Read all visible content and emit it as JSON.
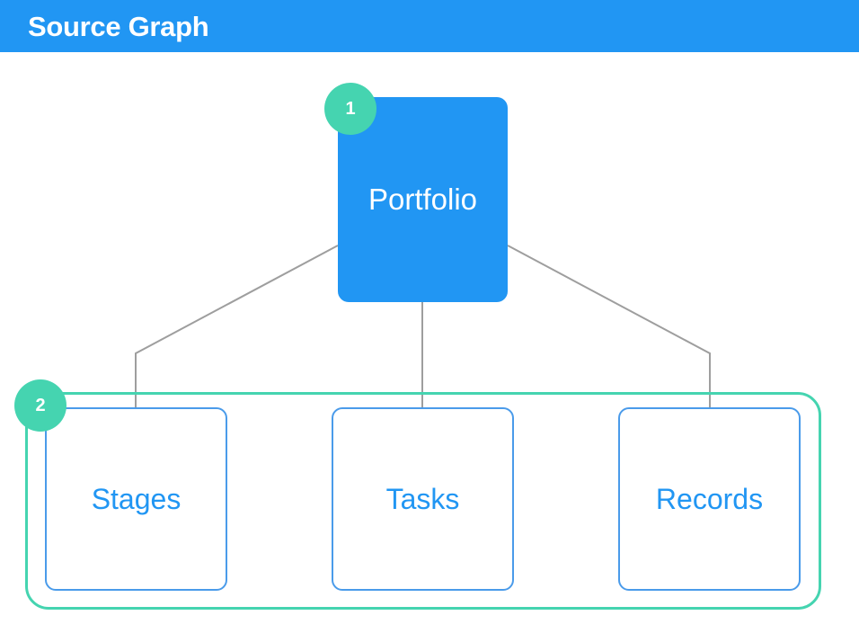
{
  "header": {
    "title": "Source Graph"
  },
  "diagram": {
    "root": {
      "label": "Portfolio",
      "badge": "1"
    },
    "group": {
      "badge": "2"
    },
    "children": [
      {
        "label": "Stages"
      },
      {
        "label": "Tasks"
      },
      {
        "label": "Records"
      }
    ]
  },
  "colors": {
    "header_background": "#2196F3",
    "root_fill": "#2196F3",
    "child_border": "#4A9BEA",
    "child_text": "#2196F3",
    "badge_fill": "#45D4B0",
    "group_border": "#45D4B0",
    "connector": "#9E9E9E"
  }
}
